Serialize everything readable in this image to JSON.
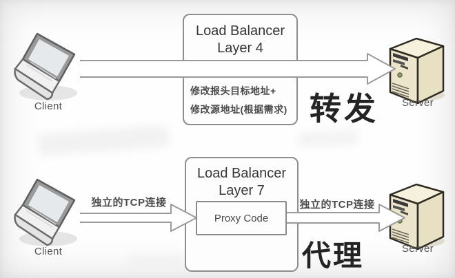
{
  "colors": {
    "box_border": "#8d8d8d",
    "arrow_outline": "#9a9a9a",
    "title_text": "#373737",
    "note_text": "#4a4a4a",
    "mode_text": "#242424",
    "server_beige": "#ece4cb"
  },
  "icons": {
    "client": "laptop-icon",
    "server": "server-tower-icon"
  },
  "top": {
    "client_label": "Client",
    "server_label": "Server",
    "box_title": "Load Balancer",
    "box_subtitle": "Layer 4",
    "note_line1": "修改报头目标地址+",
    "note_line2": "修改源地址(根据需求)",
    "mode_label": "转发"
  },
  "bottom": {
    "client_label": "Client",
    "server_label": "Server",
    "box_title": "Load Balancer",
    "box_subtitle": "Layer 7",
    "proxy_label": "Proxy Code",
    "left_arrow_label": "独立的TCP连接",
    "right_arrow_label": "独立的TCP连接",
    "mode_label": "代理"
  }
}
